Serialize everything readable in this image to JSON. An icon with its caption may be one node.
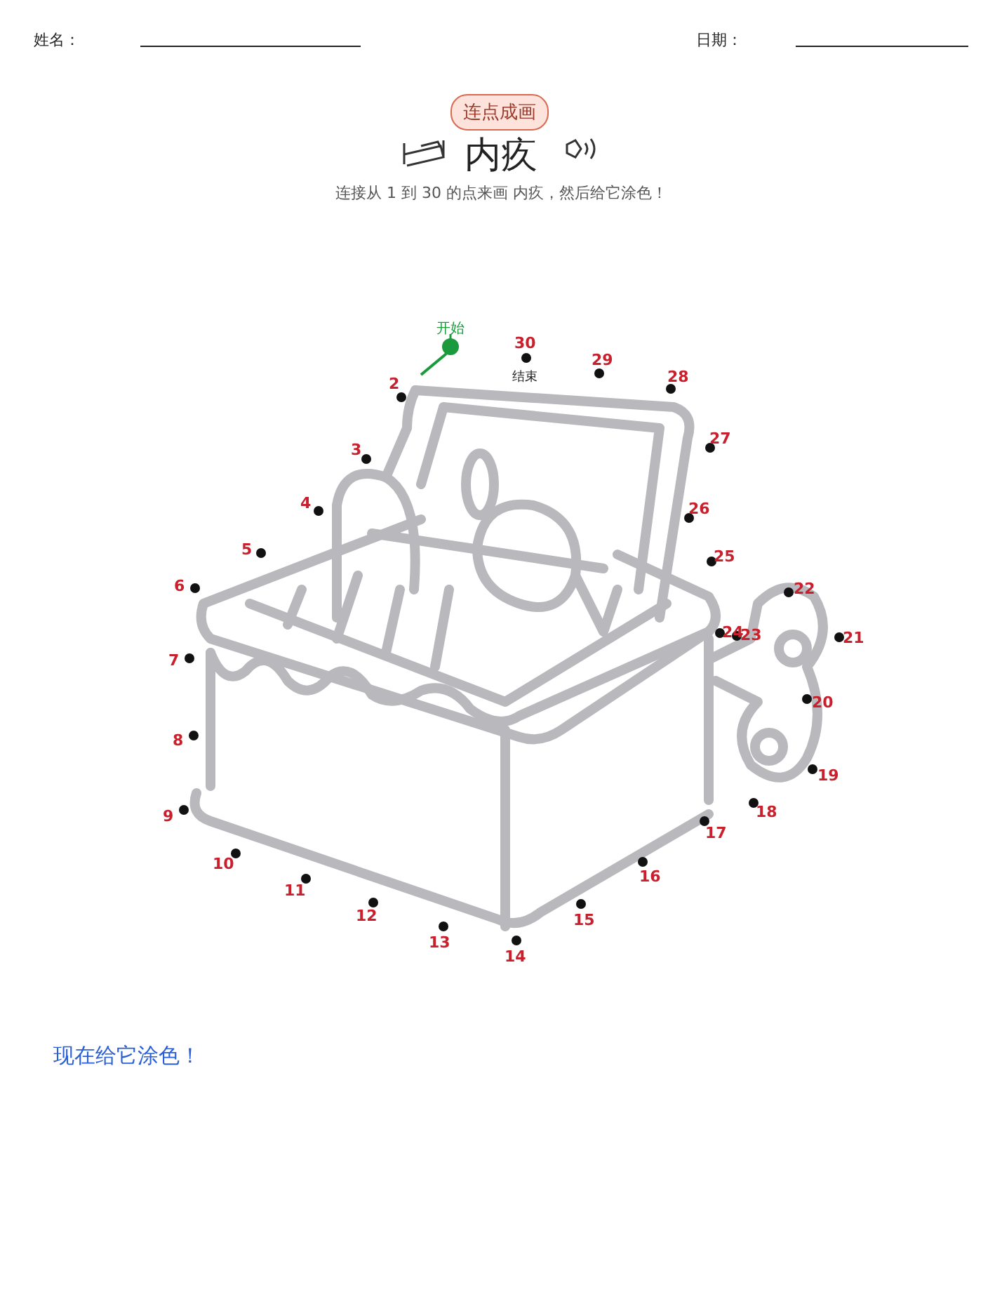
{
  "diagram": {
    "title": "内疚",
    "labels": [
      "姓名：",
      "日期：",
      "连点成画",
      "连接从 1 到 30 的点来画 内疚，然后给它涂色！",
      "开始",
      "2",
      "3",
      "4",
      "5",
      "6",
      "7",
      "8",
      "9",
      "10",
      "11",
      "12",
      "13",
      "14",
      "15",
      "16",
      "17",
      "18",
      "19",
      "20",
      "21",
      "22",
      "23",
      "24",
      "25",
      "26",
      "27",
      "28",
      "29",
      "30",
      "结束",
      "现在给它涂色！"
    ]
  }
}
